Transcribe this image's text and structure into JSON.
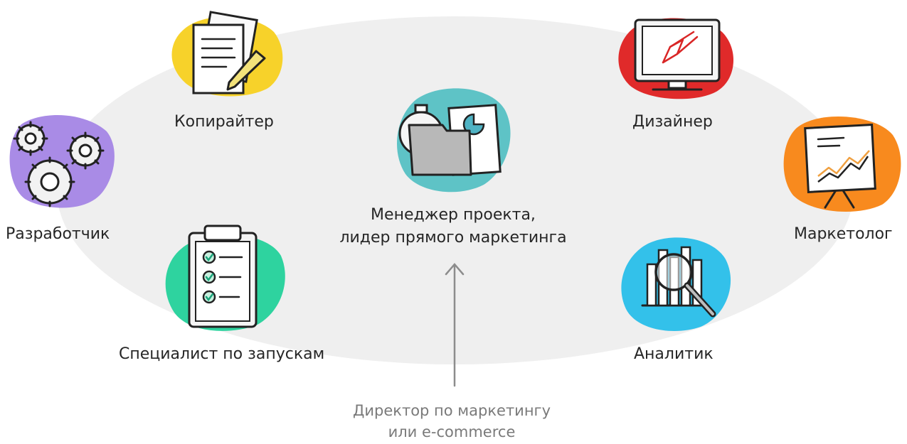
{
  "roles": {
    "developer": "Разработчик",
    "copywriter": "Копирайтер",
    "launch_specialist": "Специалист по запускам",
    "designer": "Дизайнер",
    "marketer": "Маркетолог",
    "analyst": "Аналитик"
  },
  "center": {
    "line1": "Менеджер проекта,",
    "line2": "лидер прямого маркетинга"
  },
  "director": {
    "line1": "Директор по маркетингу",
    "line2": "или e-commerce"
  },
  "icons": {
    "developer": "gears-icon",
    "copywriter": "documents-pen-icon",
    "launch_specialist": "clipboard-checklist-icon",
    "project_manager": "stopwatch-folder-chart-icon",
    "designer": "monitor-pen-icon",
    "marketer": "presentation-growth-chart-icon",
    "analyst": "magnifier-bar-chart-icon"
  },
  "colors": {
    "ellipse": "#efefef",
    "developer_blob": "#a98be6",
    "copywriter_blob": "#f7d22a",
    "launch_blob": "#2ed39f",
    "center_blob": "#5ec3c6",
    "designer_blob": "#e02a2a",
    "marketer_blob": "#f88a1e",
    "analyst_blob": "#33c1ea",
    "arrow": "#8c8c8c"
  }
}
